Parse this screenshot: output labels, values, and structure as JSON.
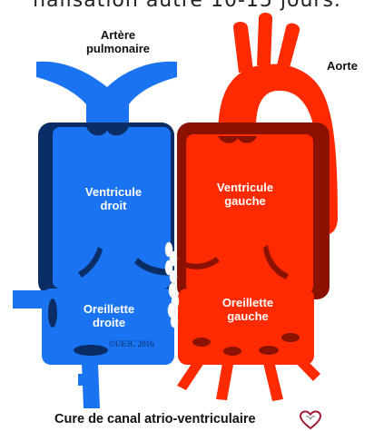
{
  "header_text": "nalisation autre 10-15 jours.",
  "labels": {
    "artere_pulmonaire": "Artère\npulmonaire",
    "aorte": "Aorte",
    "ventricule_droit": "Ventricule\ndroit",
    "ventricule_gauche": "Ventricule\ngauche",
    "oreillette_droite": "Oreillette\ndroite",
    "oreillette_gauche": "Oreillette\ngauche",
    "copyright": "©UE3C 2016"
  },
  "caption": "Cure de canal atrio-ventriculaire",
  "colors": {
    "right_heart": "#1a73f0",
    "right_heart_dark": "#0b2d66",
    "left_heart": "#ff2a00",
    "left_heart_dark": "#8b1200",
    "patch": "#ffffff"
  },
  "icons": [
    "heart-logo-icon"
  ]
}
